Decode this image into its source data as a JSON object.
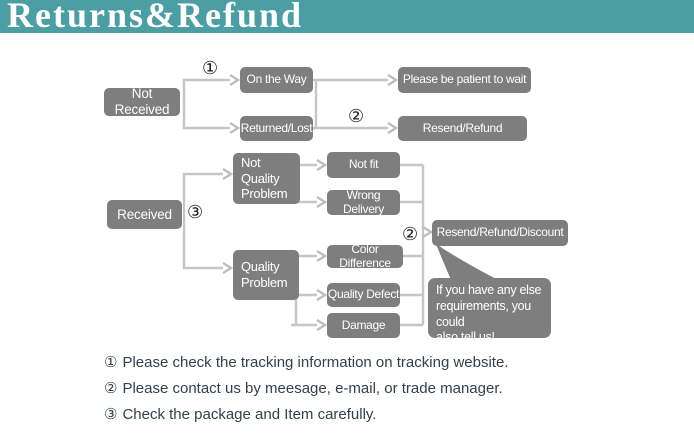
{
  "header": {
    "title": "Returns&Refund",
    "bg_color": "#4b9fa4",
    "text_color": "#ffffff"
  },
  "flowchart": {
    "box_color": "#7e7e7e",
    "line_color": "#c6c6c6",
    "nodes": {
      "not_received": {
        "label": "Not Received"
      },
      "on_the_way": {
        "label": "On the Way"
      },
      "returned_lost": {
        "label": "Returned/Lost"
      },
      "please_wait": {
        "label": "Please be patient to wait"
      },
      "resend_refund": {
        "label": "Resend/Refund"
      },
      "received": {
        "label": "Received"
      },
      "not_quality_problem": {
        "label": "Not\nQuality\nProblem"
      },
      "not_fit": {
        "label": "Not fit"
      },
      "wrong_delivery": {
        "label": "Wrong Delivery"
      },
      "quality_problem": {
        "label": "Quality\nProblem"
      },
      "color_difference": {
        "label": "Color Difference"
      },
      "quality_defect": {
        "label": "Quality Defect"
      },
      "damage": {
        "label": "Damage"
      },
      "resend_refund_discount": {
        "label": "Resend/Refund/Discount"
      }
    },
    "markers": {
      "m1": "①",
      "m2a": "②",
      "m3": "③",
      "m2b": "②"
    },
    "bubble": {
      "text": "If you have any else\nrequirements, you could\nalso tell us!"
    }
  },
  "footnotes": [
    {
      "num": "①",
      "text": "Please check the tracking information on tracking website."
    },
    {
      "num": "②",
      "text": "Please contact us by meesage, e-mail, or trade manager."
    },
    {
      "num": "③",
      "text": "Check the package and Item carefully."
    }
  ]
}
